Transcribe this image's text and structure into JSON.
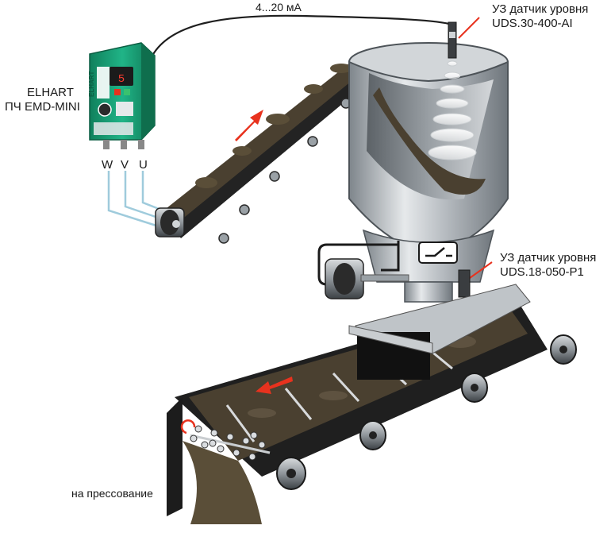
{
  "signal": {
    "label": "4...20 мА"
  },
  "drive": {
    "line1": "ELHART",
    "line2": "ПЧ EMD-MINI",
    "display": "5",
    "brand": "ELHART"
  },
  "phases": {
    "w": "W",
    "v": "V",
    "u": "U"
  },
  "sensor_top": {
    "line1": "УЗ датчик уровня",
    "line2": "UDS.30-400-AI"
  },
  "sensor_bottom": {
    "line1": "УЗ датчик уровня",
    "line2": "UDS.18-050-P1"
  },
  "output": {
    "label": "на прессование"
  },
  "colors": {
    "arrow": "#e8321e",
    "drive_green": "#1aa37a",
    "steel": "#b9bec3",
    "belt": "#2b2b2b",
    "material": "#4a4030",
    "cable_blue": "#a9d3e0"
  }
}
